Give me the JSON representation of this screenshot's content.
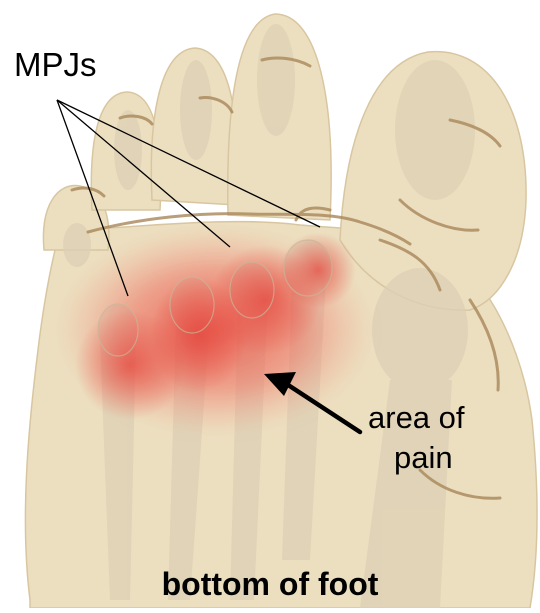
{
  "labels": {
    "joints_label": "MPJs",
    "pain_line1": "area of",
    "pain_line2": "pain",
    "caption": "bottom of foot"
  },
  "colors": {
    "skin": "#eadcbc",
    "bone": "#d9ccb1",
    "crease": "#a9875a",
    "pain": "#e8584c",
    "text": "#000000"
  },
  "icons": [
    "pointer-arrow-icon"
  ]
}
